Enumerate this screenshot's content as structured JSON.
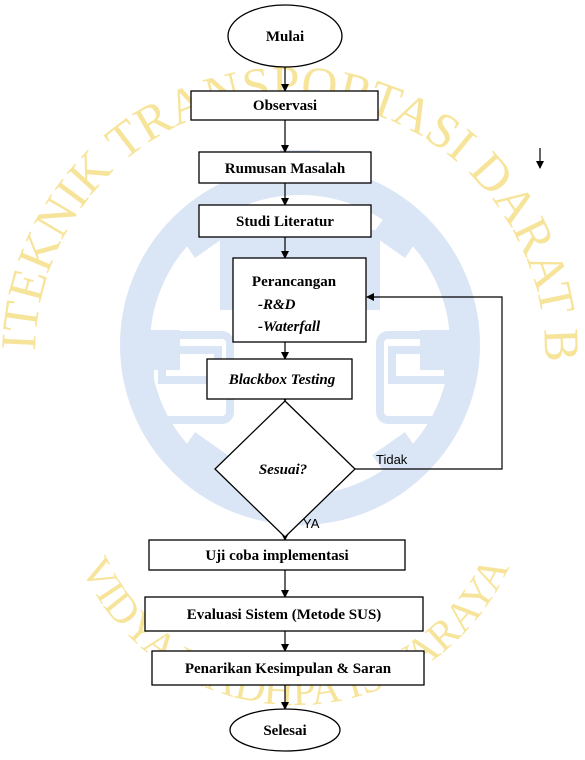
{
  "watermark": {
    "top_arc": "POLITEKNIK TRANSPORTASI DARAT BALI",
    "bottom_arc": "VIDYA MADHPA ISWARAYA",
    "color": "#f2cf4a",
    "emblem_color": "#bcd3ef"
  },
  "flowchart": {
    "start": "Mulai",
    "observasi": "Observasi",
    "rumusan": "Rumusan Masalah",
    "studi": "Studi Literatur",
    "perancangan": {
      "title": "Perancangan",
      "item1": "-R&D",
      "item2": "-Waterfall"
    },
    "blackbox": "Blackbox Testing",
    "decision": "Sesuai?",
    "no_label": "Tidak",
    "yes_label": "YA",
    "uji": "Uji coba implementasi",
    "evaluasi": "Evaluasi Sistem (Metode SUS)",
    "penarikan": "Penarikan Kesimpulan & Saran",
    "end": "Selesai"
  },
  "stray_arrow": "down-arrow-icon"
}
